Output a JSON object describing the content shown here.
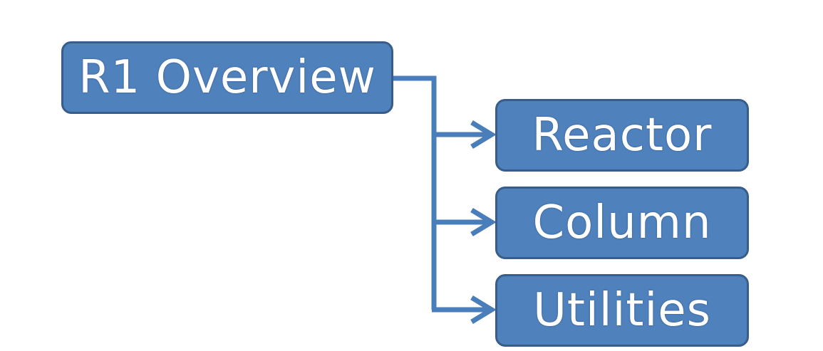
{
  "diagram": {
    "root": {
      "label": "R1 Overview"
    },
    "children": [
      {
        "label": "Reactor"
      },
      {
        "label": "Column"
      },
      {
        "label": "Utilities"
      }
    ]
  },
  "colors": {
    "node_fill": "#4f81bd",
    "node_border": "#385d8a",
    "connector": "#4a7ebb",
    "text": "#ffffff"
  }
}
